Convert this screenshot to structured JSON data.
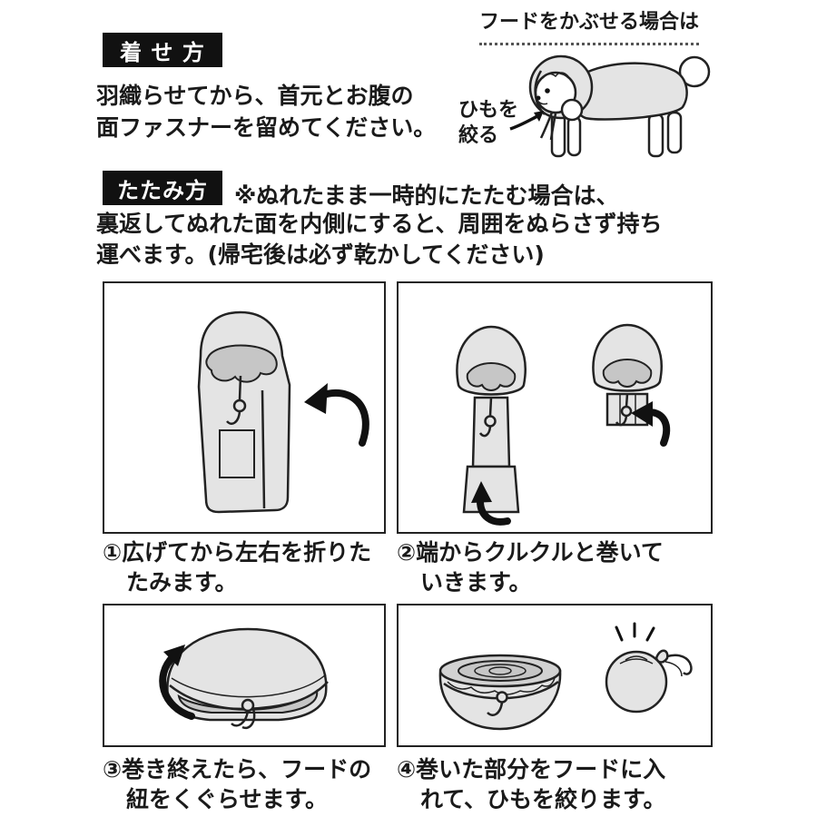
{
  "colors": {
    "background": "#ffffff",
    "label_bg": "#111111",
    "label_text": "#ffffff",
    "text": "#1a1a1a",
    "illustration_fill_light": "#e4e4e4",
    "illustration_fill_mid": "#c6c6c6",
    "illustration_stroke": "#222222"
  },
  "wear": {
    "label": "着 せ 方",
    "body_line1": "羽織らせてから、首元とお腹の",
    "body_line2": "面ファスナーを留めてください。",
    "hood_note": "フードをかぶせる場合は",
    "cord_note_line1": "ひもを",
    "cord_note_line2": "絞る"
  },
  "fold": {
    "label": "たたみ方",
    "note_line1": "※ぬれたまま一時的にたたむ場合は、",
    "note_line2": "裏返してぬれた面を内側にすると、周囲をぬらさず持ち",
    "note_line3": "運べます。(帰宅後は必ず乾かしてください)",
    "steps": [
      {
        "caption_line1": "①広げてから左右を折りた",
        "caption_line2": "たみます。"
      },
      {
        "caption_line1": "②端からクルクルと巻いて",
        "caption_line2": "いきます。"
      },
      {
        "caption_line1": "③巻き終えたら、フードの",
        "caption_line2": "紐をくぐらせます。"
      },
      {
        "caption_line1": "④巻いた部分をフードに入",
        "caption_line2": "れて、ひもを絞ります。"
      }
    ]
  },
  "icons": {
    "cord_pointer_arrow": "arrow-up-right",
    "fold_arrow": "curved-arrow-left",
    "roll_arrow_1": "curved-arrow-up",
    "roll_arrow_2": "curved-arrow-left",
    "thread_arrow": "curved-arrow-up-right",
    "sparkle": "emphasis-lines"
  }
}
